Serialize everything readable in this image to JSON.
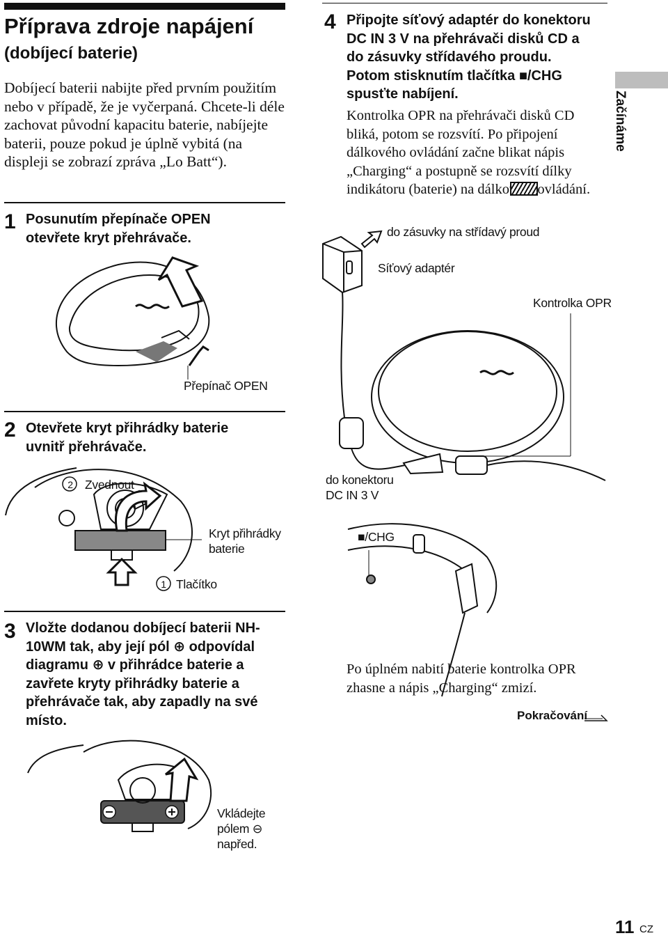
{
  "header": {
    "title": "Příprava zdroje napájení",
    "subtitle": "(dobíjecí baterie)"
  },
  "intro": "Dobíjecí baterii nabijte před prvním použitím nebo v případě, že je vyčerpaná. Chcete-li déle zachovat původní kapacitu baterie, nabíjejte baterii, pouze pokud je úplně vybitá (na displeji se zobrazí zpráva „Lo Batt“).",
  "side_tab": "Začínáme",
  "steps": [
    {
      "number": "1",
      "text": "Posunutím přepínače OPEN otevřete kryt přehrávače.",
      "callouts": {
        "switch": "Přepínač OPEN"
      }
    },
    {
      "number": "2",
      "text": "Otevřete kryt přihrádky baterie uvnitř přehrávače.",
      "callouts": {
        "lift_num": "2",
        "lift": "Zvednout",
        "cover": "Kryt přihrádky baterie",
        "button_num": "1",
        "button": "Tlačítko"
      }
    },
    {
      "number": "3",
      "text": "Vložte dodanou dobíjecí baterii NH-10WM tak, aby její pól ⊕ odpovídal diagramu ⊕ v přihrádce baterie a zavřete kryty přihrádky baterie a přehrávače tak, aby zapadly na své místo.",
      "callouts": {
        "insert": "Vkládejte pólem ⊖ napřed."
      }
    },
    {
      "number": "4",
      "text": "Připojte síťový adaptér do konektoru DC IN 3 V na přehrávači disků CD a do zásuvky střídavého proudu. Potom stisknutím tlačítka ■/CHG spusťte nabíjení.",
      "body": "Kontrolka OPR na přehrávači disků CD bliká, potom se rozsvítí. Po připojení dálkového ovládání začne blikat nápis „Charging“ a postupně se rozsvítí dílky indikátoru  (baterie) na dálkovém ovládání.",
      "callouts": {
        "outlet": "do zásuvky na střídavý proud",
        "adapter": "Síťový adaptér",
        "opr": "Kontrolka OPR",
        "dc_in": "do konektoru DC IN 3 V",
        "chg": "■/CHG"
      }
    }
  ],
  "footer_note": "Po úplném nabití baterie kontrolka OPR zhasne a nápis „Charging“ zmizí.",
  "continued": "Pokračování",
  "page": {
    "number": "11",
    "lang": "CZ"
  }
}
